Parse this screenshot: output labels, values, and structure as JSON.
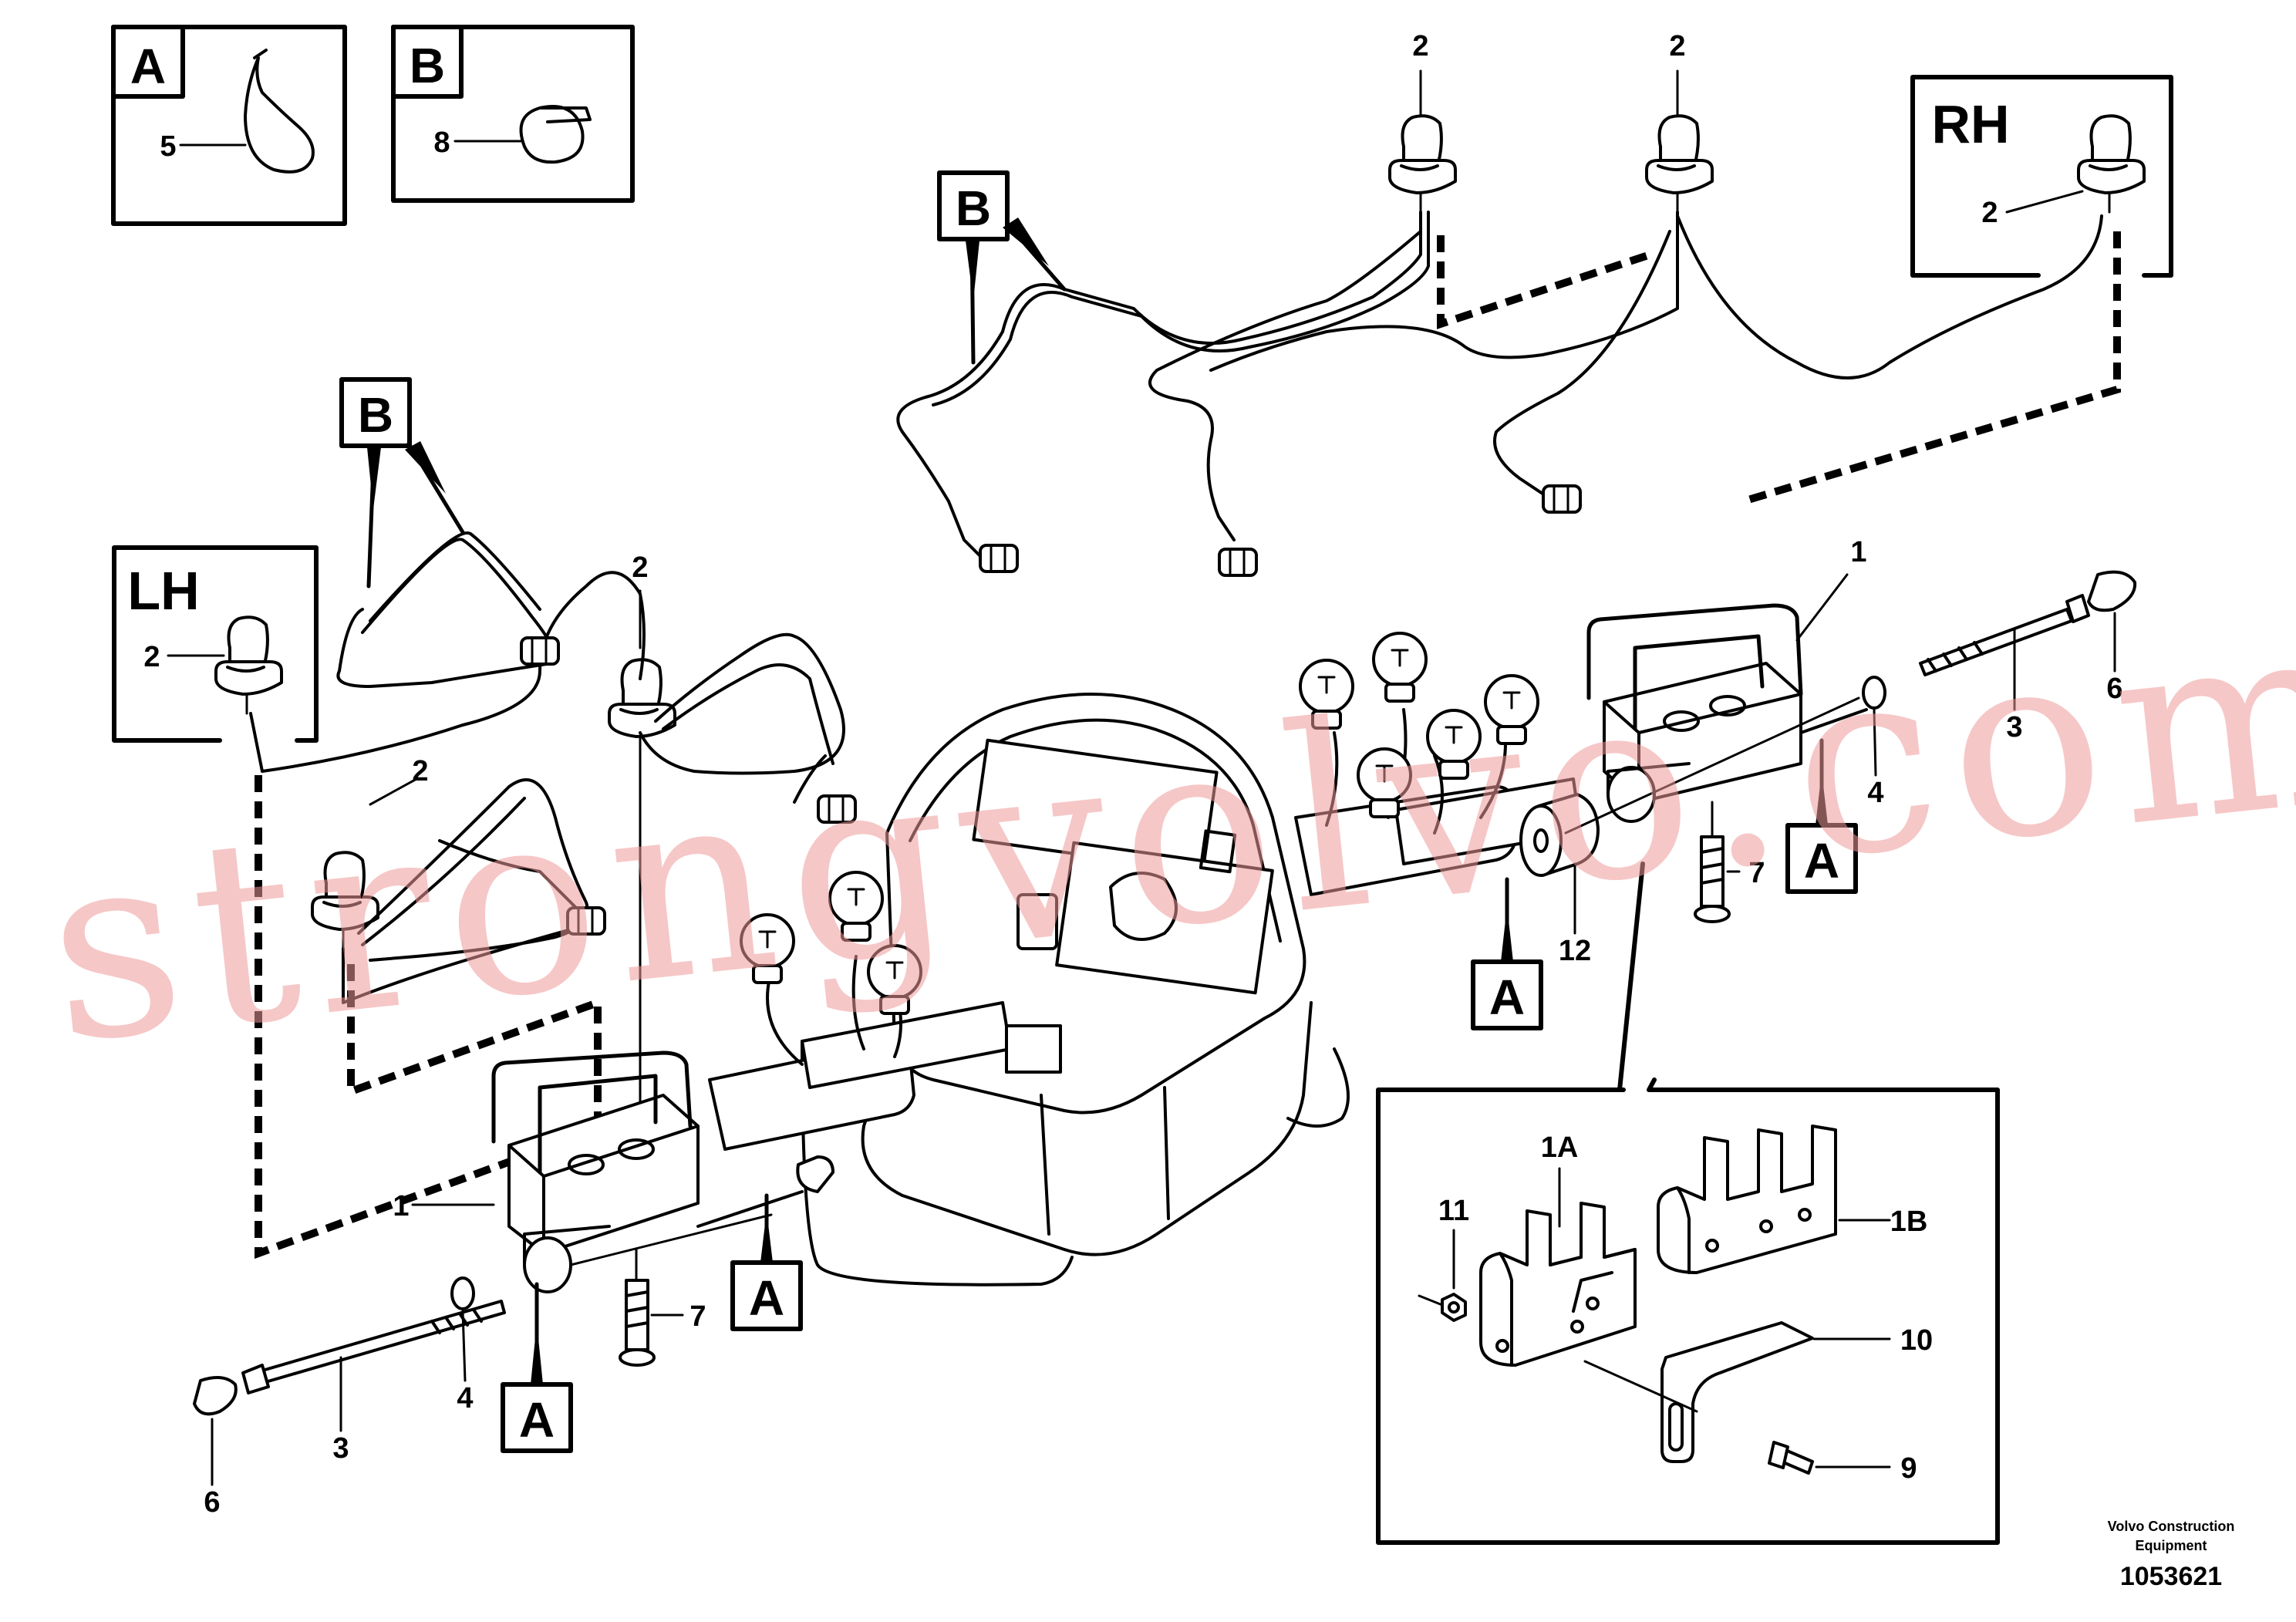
{
  "watermark": "strongvolvo.com",
  "side_labels": {
    "lh": "LH",
    "rh": "RH"
  },
  "detail_labels": {
    "a": "A",
    "b": "B"
  },
  "callouts": {
    "one": "1",
    "one_a": "1A",
    "one_b": "1B",
    "two": "2",
    "three": "3",
    "four": "4",
    "five": "5",
    "six": "6",
    "seven": "7",
    "eight": "8",
    "nine": "9",
    "ten": "10",
    "eleven": "11",
    "twelve": "12"
  },
  "footer": {
    "brand_line1": "Volvo Construction",
    "brand_line2": "Equipment",
    "drawing_number": "1053621"
  },
  "colors": {
    "ink": "#000000",
    "watermark": "#ee9999",
    "paper": "#ffffff"
  }
}
